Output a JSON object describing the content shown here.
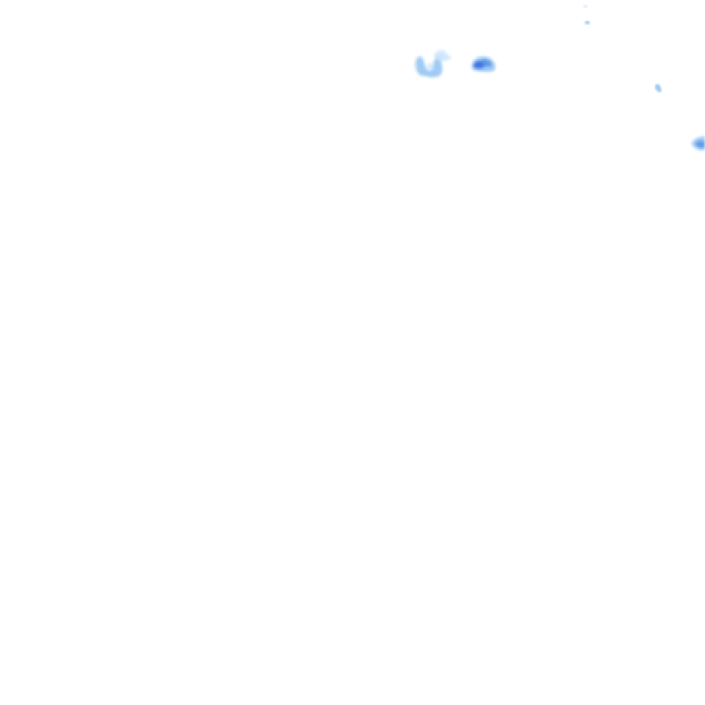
{
  "map": {
    "layer": "precipitation-radar",
    "background_color": "#ffffff",
    "palette": {
      "light": "#cfe6fb",
      "medium": "#8ec2f2",
      "strong": "#5a96e8",
      "heavy": "#3f6fe0"
    },
    "echoes": [
      {
        "name": "radar-echo-cluster-west",
        "intensity": "medium"
      },
      {
        "name": "radar-echo-cluster-center",
        "intensity": "heavy"
      },
      {
        "name": "radar-echo-speck-north-a",
        "intensity": "light"
      },
      {
        "name": "radar-echo-speck-north-b",
        "intensity": "light"
      },
      {
        "name": "radar-echo-small-east",
        "intensity": "medium"
      },
      {
        "name": "radar-echo-edge-east",
        "intensity": "strong"
      }
    ]
  }
}
